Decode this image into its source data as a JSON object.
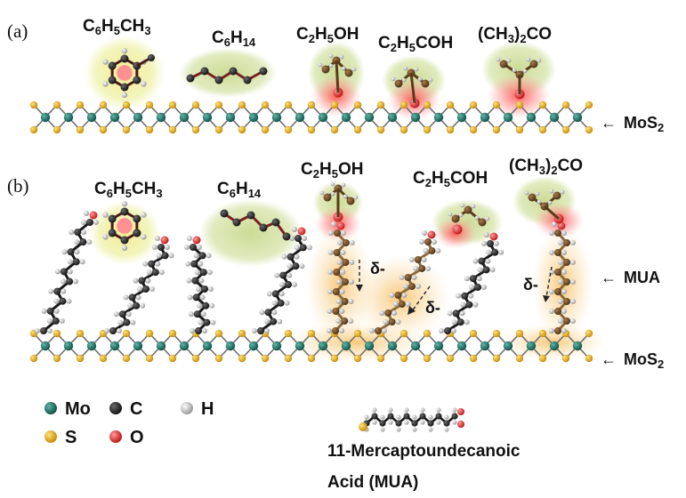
{
  "panels": {
    "a": {
      "label": "(a)",
      "molecules": [
        {
          "id": "toluene",
          "parts": [
            [
              "C",
              ""
            ],
            [
              "6",
              "sub"
            ],
            [
              "H",
              ""
            ],
            [
              "5",
              "sub"
            ],
            [
              "CH",
              ""
            ],
            [
              "3",
              "sub"
            ]
          ]
        },
        {
          "id": "hexane",
          "parts": [
            [
              "C",
              ""
            ],
            [
              "6",
              "sub"
            ],
            [
              "H",
              ""
            ],
            [
              "14",
              "sub"
            ]
          ]
        },
        {
          "id": "ethanol",
          "parts": [
            [
              "C",
              ""
            ],
            [
              "2",
              "sub"
            ],
            [
              "H",
              ""
            ],
            [
              "5",
              "sub"
            ],
            [
              "OH",
              ""
            ]
          ]
        },
        {
          "id": "propanal",
          "parts": [
            [
              "C",
              ""
            ],
            [
              "2",
              "sub"
            ],
            [
              "H",
              ""
            ],
            [
              "5",
              "sub"
            ],
            [
              "COH",
              ""
            ]
          ]
        },
        {
          "id": "acetone",
          "parts": [
            [
              "(CH",
              ""
            ],
            [
              "3",
              "sub"
            ],
            [
              ")",
              ""
            ],
            [
              "2",
              "sub"
            ],
            [
              "CO",
              ""
            ]
          ]
        }
      ],
      "substrate_label": {
        "arrow": "←",
        "parts": [
          [
            "MoS",
            ""
          ],
          [
            "2",
            "sub"
          ]
        ]
      }
    },
    "b": {
      "label": "(b)",
      "molecules": [
        {
          "id": "toluene",
          "parts": [
            [
              "C",
              ""
            ],
            [
              "6",
              "sub"
            ],
            [
              "H",
              ""
            ],
            [
              "5",
              "sub"
            ],
            [
              "CH",
              ""
            ],
            [
              "3",
              "sub"
            ]
          ]
        },
        {
          "id": "hexane",
          "parts": [
            [
              "C",
              ""
            ],
            [
              "6",
              "sub"
            ],
            [
              "H",
              ""
            ],
            [
              "14",
              "sub"
            ]
          ]
        },
        {
          "id": "ethanol",
          "parts": [
            [
              "C",
              ""
            ],
            [
              "2",
              "sub"
            ],
            [
              "H",
              ""
            ],
            [
              "5",
              "sub"
            ],
            [
              "OH",
              ""
            ]
          ]
        },
        {
          "id": "propanal",
          "parts": [
            [
              "C",
              ""
            ],
            [
              "2",
              "sub"
            ],
            [
              "H",
              ""
            ],
            [
              "5",
              "sub"
            ],
            [
              "COH",
              ""
            ]
          ]
        },
        {
          "id": "acetone",
          "parts": [
            [
              "(CH",
              ""
            ],
            [
              "3",
              "sub"
            ],
            [
              ")",
              ""
            ],
            [
              "2",
              "sub"
            ],
            [
              "CO",
              ""
            ]
          ]
        }
      ],
      "mua_label": {
        "arrow": "←",
        "text": "MUA"
      },
      "substrate_label": {
        "arrow": "←",
        "parts": [
          [
            "MoS",
            ""
          ],
          [
            "2",
            "sub"
          ]
        ]
      },
      "delta_labels": [
        "δ-",
        "δ-",
        "δ-"
      ]
    }
  },
  "legend": {
    "items": [
      {
        "symbol": "Mo",
        "color": "#1f7a6c"
      },
      {
        "symbol": "C",
        "color": "#2a2a2a"
      },
      {
        "symbol": "H",
        "color": "#c8c8c8"
      },
      {
        "symbol": "S",
        "color": "#e8b21c"
      },
      {
        "symbol": "O",
        "color": "#e23a3a"
      }
    ]
  },
  "mua_caption": {
    "line1": "11-Mercaptoundecanoic",
    "line2": "Acid (MUA)"
  },
  "colors": {
    "mo": "#1f7a6c",
    "s": "#e8b21c",
    "c": "#2a2a2a",
    "h": "#c8c8c8",
    "o": "#e23a3a",
    "bond": "#6e6e6e",
    "glow_yellow": "#f4e98a",
    "glow_red": "#ff6b6b",
    "glow_orange": "#f7c26b"
  }
}
